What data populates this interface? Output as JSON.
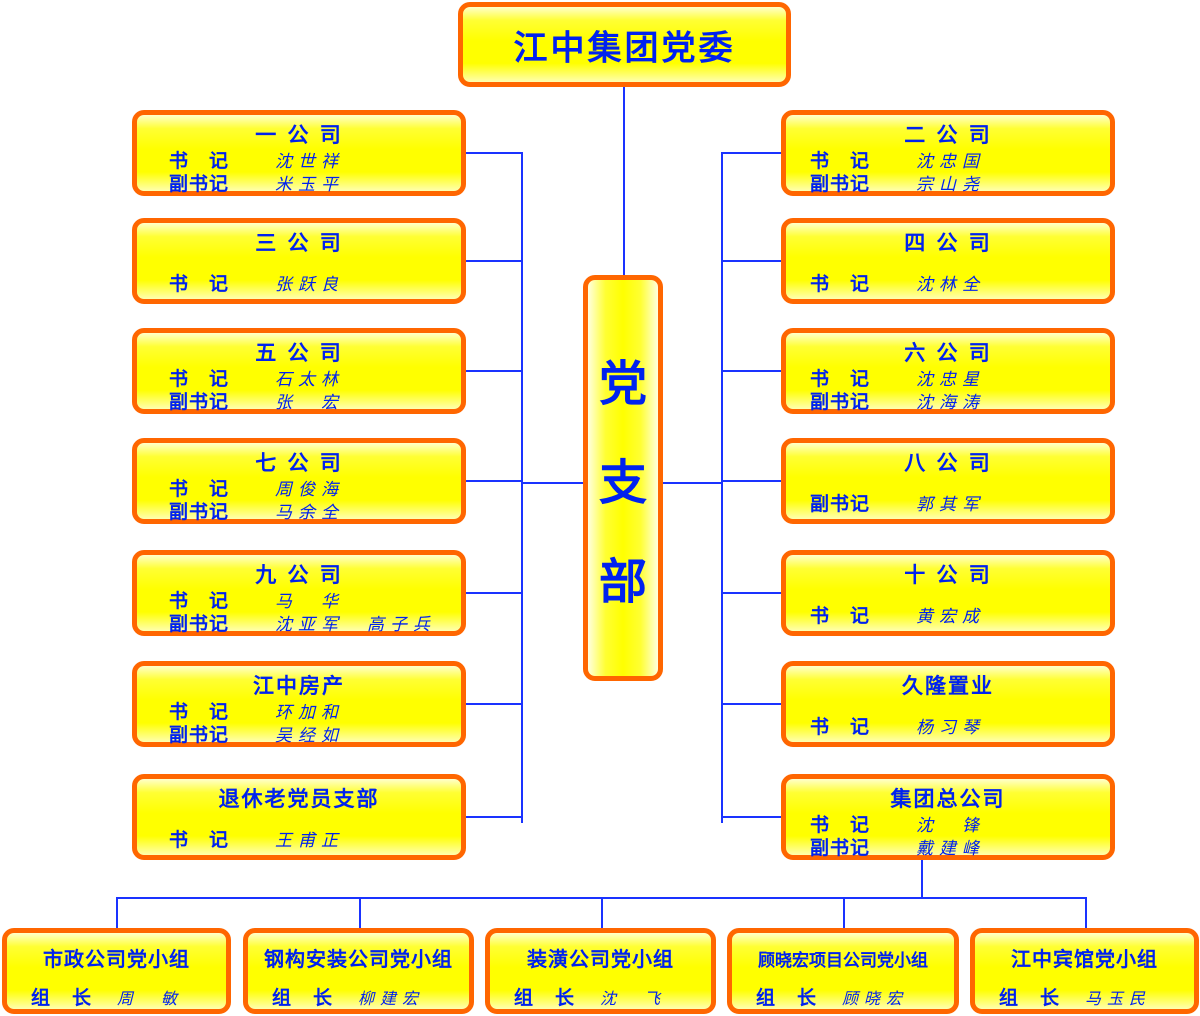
{
  "top": {
    "title": "江中集团党委"
  },
  "center": {
    "chars": [
      "党",
      "支",
      "部"
    ]
  },
  "left_branches": [
    {
      "name": "一 公 司",
      "roles": [
        {
          "label": "书　记",
          "person": "沈世祥"
        },
        {
          "label": "副书记",
          "person": "米玉平"
        }
      ]
    },
    {
      "name": "三 公 司",
      "roles": [
        {
          "label": "书　记",
          "person": "张跃良"
        }
      ]
    },
    {
      "name": "五 公 司",
      "roles": [
        {
          "label": "书　记",
          "person": "石太林"
        },
        {
          "label": "副书记",
          "person": "张　宏"
        }
      ]
    },
    {
      "name": "七 公 司",
      "roles": [
        {
          "label": "书　记",
          "person": "周俊海"
        },
        {
          "label": "副书记",
          "person": "马余全"
        }
      ]
    },
    {
      "name": "九 公 司",
      "roles": [
        {
          "label": "书　记",
          "person": "马　华"
        },
        {
          "label": "副书记",
          "person": "沈亚军　高子兵"
        }
      ]
    },
    {
      "name": "江中房产",
      "roles": [
        {
          "label": "书　记",
          "person": "环加和"
        },
        {
          "label": "副书记",
          "person": "吴经如"
        }
      ]
    },
    {
      "name": "退休老党员支部",
      "roles": [
        {
          "label": "书　记",
          "person": "王甫正"
        }
      ]
    }
  ],
  "right_branches": [
    {
      "name": "二 公 司",
      "roles": [
        {
          "label": "书　记",
          "person": "沈忠国"
        },
        {
          "label": "副书记",
          "person": "宗山尧"
        }
      ]
    },
    {
      "name": "四 公 司",
      "roles": [
        {
          "label": "书　记",
          "person": "沈林全"
        }
      ]
    },
    {
      "name": "六 公 司",
      "roles": [
        {
          "label": "书　记",
          "person": "沈忠星"
        },
        {
          "label": "副书记",
          "person": "沈海涛"
        }
      ]
    },
    {
      "name": "八 公 司",
      "roles": [
        {
          "label": "副书记",
          "person": "郭其军"
        }
      ]
    },
    {
      "name": "十 公 司",
      "roles": [
        {
          "label": "书　记",
          "person": "黄宏成"
        }
      ]
    },
    {
      "name": "久隆置业",
      "roles": [
        {
          "label": "书　记",
          "person": "杨习琴"
        }
      ]
    },
    {
      "name": "集团总公司",
      "roles": [
        {
          "label": "书　记",
          "person": "沈　锋"
        },
        {
          "label": "副书记",
          "person": "戴建峰"
        }
      ]
    }
  ],
  "groups": [
    {
      "name": "市政公司党小组",
      "label": "组长",
      "person": "周　敏"
    },
    {
      "name": "钢构安装公司党小组",
      "label": "组长",
      "person": "柳建宏"
    },
    {
      "name": "装潢公司党小组",
      "label": "组长",
      "person": "沈　飞"
    },
    {
      "name": "顾晓宏项目公司党小组",
      "label": "组长",
      "person": "顾晓宏"
    },
    {
      "name": "江中宾馆党小组",
      "label": "组长",
      "person": "马玉民"
    }
  ],
  "colors": {
    "line": "#1a33ff",
    "border": "#ff6600",
    "fill": "#ffff00",
    "text": "#0022ee"
  }
}
